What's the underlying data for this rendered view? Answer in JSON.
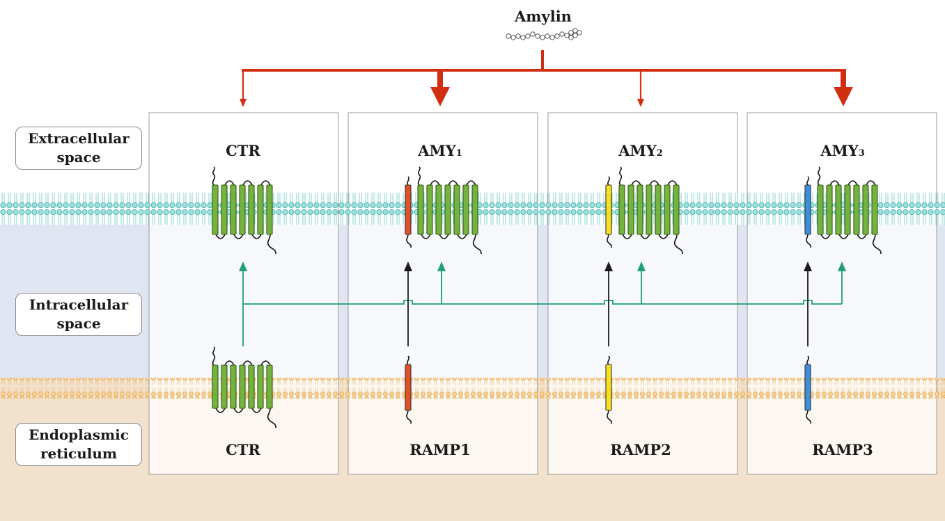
{
  "ligand": {
    "name": "Amylin"
  },
  "compartments": {
    "extracellular": [
      "Extracellular",
      "space"
    ],
    "intracellular": [
      "Intracellular",
      "space"
    ],
    "er": [
      "Endoplasmic",
      "reticulum"
    ]
  },
  "panels": [
    {
      "receptor_main": "CTR",
      "receptor_sub": "",
      "er_label": "CTR",
      "ramp_color": "",
      "amylin_arrow": "thin"
    },
    {
      "receptor_main": "AMY",
      "receptor_sub": "1",
      "er_label": "RAMP1",
      "ramp_color": "#e0512a",
      "amylin_arrow": "thick"
    },
    {
      "receptor_main": "AMY",
      "receptor_sub": "2",
      "er_label": "RAMP2",
      "ramp_color": "#f7e01e",
      "amylin_arrow": "thin"
    },
    {
      "receptor_main": "AMY",
      "receptor_sub": "3",
      "er_label": "RAMP3",
      "ramp_color": "#3d8fdb",
      "amylin_arrow": "thick"
    }
  ],
  "colors": {
    "amylin_arrow": "#d22e12",
    "ctr_trafficking_arrow": "#1e9e74",
    "ramp_trafficking_arrow": "#1a1a1a",
    "ctr_helix": "#74b33e",
    "plasma_membrane": "#5ec9c3",
    "er_membrane": "#f0b75a",
    "intracellular_bg": "#dfe6f2",
    "er_bg": "#f2e1cc"
  }
}
